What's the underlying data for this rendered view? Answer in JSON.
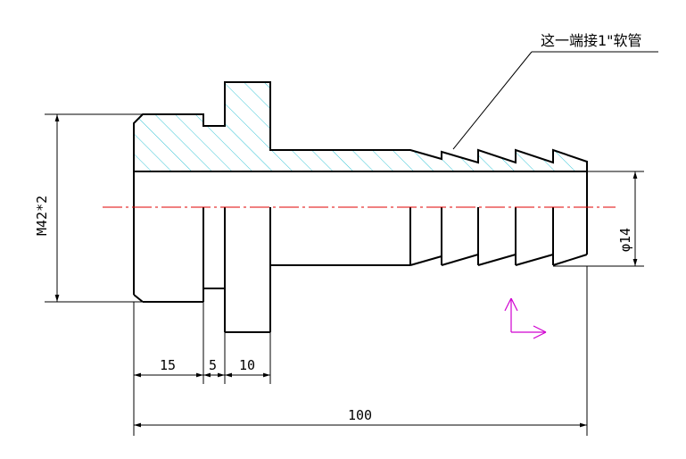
{
  "drawing": {
    "note": "这一端接1\"软管",
    "dimensions": {
      "thread": "M42*2",
      "diameter": "φ14",
      "len_a": "15",
      "len_b": "5",
      "len_c": "10",
      "total": "100"
    },
    "colors": {
      "outline": "#000000",
      "hatch": "#39c5d6",
      "centerline": "#e00000",
      "ucs": "#d000d0"
    }
  }
}
